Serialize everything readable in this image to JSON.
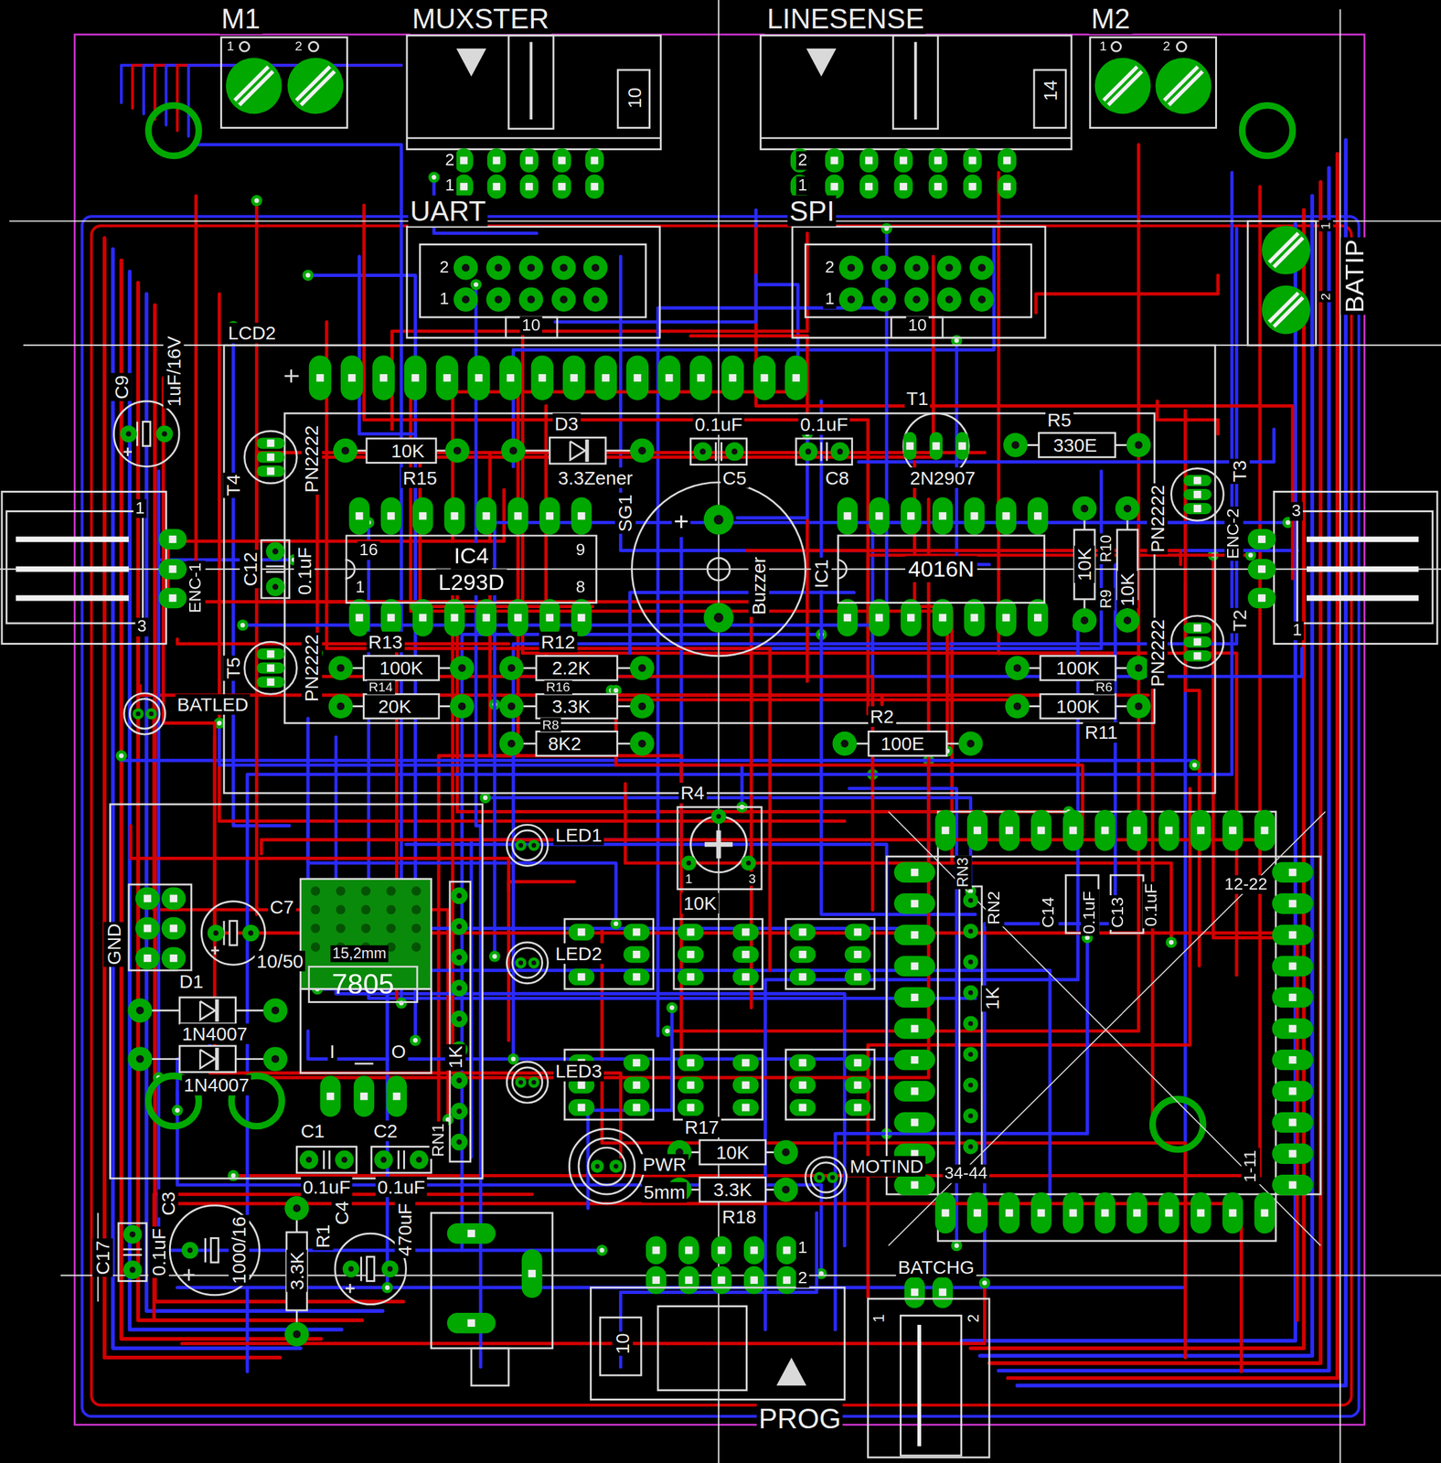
{
  "diagram": {
    "nodes": [
      {
        "text": [
          "IC4",
          "L293D"
        ]
      },
      {
        "text": [
          "4016N"
        ]
      },
      {
        "text": [
          "7805"
        ]
      }
    ],
    "labels": [
      "M1",
      "1",
      "2",
      "MUXSTER",
      "2",
      "1",
      "10",
      "LINESENSE",
      "2",
      "1",
      "14",
      "M2",
      "1",
      "2",
      "UART",
      "2",
      "1",
      "10",
      "SPI",
      "2",
      "1",
      "10",
      "1",
      "2",
      "BATIP",
      "LCD2",
      "C9",
      "1uF/16V",
      "T4",
      "PN2222",
      "10K",
      "R15",
      "D3",
      "3.3Zener",
      "SG1",
      "0.1uF",
      "C5",
      "0.1uF",
      "C8",
      "T1",
      "2N2907",
      "R5",
      "330E",
      "PN2222",
      "T3",
      "3",
      "ENC-2",
      "1",
      "1",
      "3",
      "ENC-1",
      "C12",
      "0.1uF",
      "16",
      "9",
      "1",
      "8",
      "Buzzer",
      "+",
      "IC1",
      "10K",
      "R9",
      "R10",
      "10K",
      "PN2222",
      "T2",
      "T5",
      "PN2222",
      "R13",
      "100K",
      "R14",
      "20K",
      "R12",
      "2.2K",
      "R16",
      "3.3K",
      "R8",
      "8K2",
      "100K",
      "R6",
      "100K",
      "R11",
      "BATLED",
      "R2",
      "100E",
      "R4",
      "1",
      "3",
      "10K",
      "LED1",
      "LED2",
      "LED3",
      "GND",
      "C7",
      "10/50",
      "D1",
      "1N4007",
      "1N4007",
      "15,2mm",
      "I",
      "O",
      "1K",
      "RN1",
      "C1",
      "0.1uF",
      "C2",
      "0.1uF",
      "470uF",
      "C3",
      "1000/16",
      "C17",
      "0.1uF",
      "R1",
      "3.3K",
      "C4",
      "PWR",
      "5mm",
      "R17",
      "10K",
      "3.3K",
      "R18",
      "MOTIND",
      "1",
      "2",
      "10",
      "PROG",
      "BATCHG",
      "1",
      "2",
      "RN3",
      "RN2",
      "1K",
      "C14",
      "0.1uF",
      "C13",
      "0.1uF",
      "12-22",
      "34-44",
      "1-11"
    ]
  }
}
